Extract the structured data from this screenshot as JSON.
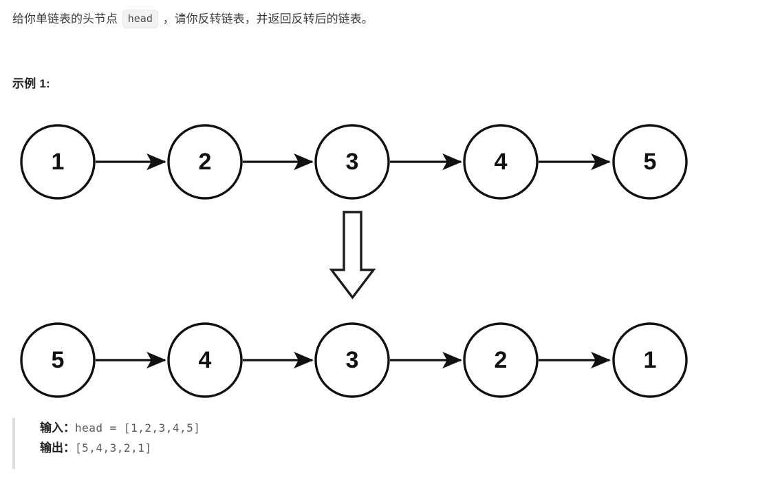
{
  "problem": {
    "intro_before": "给你单链表的头节点",
    "intro_code": "head",
    "intro_after": "，请你反转链表，并返回反转后的链表。",
    "example_heading": "示例 1:"
  },
  "diagram": {
    "transform_arrow": "down-arrow",
    "rows": [
      {
        "name": "input-list",
        "nodes": [
          "1",
          "2",
          "3",
          "4",
          "5"
        ],
        "link_arrows": [
          "→",
          "→",
          "→",
          "→"
        ]
      },
      {
        "name": "output-list",
        "nodes": [
          "5",
          "4",
          "3",
          "2",
          "1"
        ],
        "link_arrows": [
          "→",
          "→",
          "→",
          "→"
        ]
      }
    ],
    "node_stroke_color": "#111111",
    "node_fill_color": "#ffffff",
    "node_text_color": "#111111"
  },
  "io": {
    "input_label": "输入：",
    "input_value": "head = [1,2,3,4,5]",
    "output_label": "输出：",
    "output_value": "[5,4,3,2,1]"
  }
}
